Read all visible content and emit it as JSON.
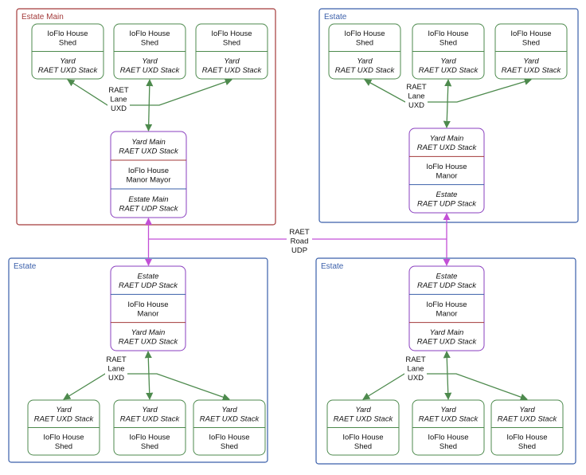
{
  "colors": {
    "estate_main_border": "#a33a3a",
    "estate_border": "#3a5faa",
    "shed_border": "#4d8a4d",
    "manor_border": "#8a3fbf",
    "lane_line": "#4d8a4d",
    "road_line": "#c24fd6",
    "uxd_separator": "#a33a3a",
    "udp_separator": "#3a5faa"
  },
  "road": {
    "label_lines": [
      "RAET",
      "Road",
      "UDP"
    ]
  },
  "estates": [
    {
      "label": "Estate Main",
      "kind": "main",
      "lane_label_lines": [
        "RAET",
        "Lane",
        "UXD"
      ],
      "manor_rows": [
        {
          "lines": [
            "Yard Main",
            "RAET UXD Stack"
          ],
          "italic": true,
          "sep": "uxd"
        },
        {
          "lines": [
            "IoFlo House",
            "Manor Mayor"
          ],
          "italic": false,
          "sep": "udp"
        },
        {
          "lines": [
            "Estate Main",
            "RAET UDP Stack"
          ],
          "italic": true
        }
      ],
      "sheds": [
        {
          "house": [
            "IoFlo House",
            "Shed"
          ],
          "stack": [
            "Yard",
            "RAET UXD Stack"
          ]
        },
        {
          "house": [
            "IoFlo House",
            "Shed"
          ],
          "stack": [
            "Yard",
            "RAET UXD Stack"
          ]
        },
        {
          "house": [
            "IoFlo House",
            "Shed"
          ],
          "stack": [
            "Yard",
            "RAET UXD Stack"
          ]
        }
      ]
    },
    {
      "label": "Estate",
      "kind": "normal",
      "lane_label_lines": [
        "RAET",
        "Lane",
        "UXD"
      ],
      "manor_rows": [
        {
          "lines": [
            "Yard Main",
            "RAET UXD Stack"
          ],
          "italic": true,
          "sep": "uxd"
        },
        {
          "lines": [
            "IoFlo House",
            "Manor"
          ],
          "italic": false,
          "sep": "udp"
        },
        {
          "lines": [
            "Estate",
            "RAET UDP Stack"
          ],
          "italic": true
        }
      ],
      "sheds": [
        {
          "house": [
            "IoFlo House",
            "Shed"
          ],
          "stack": [
            "Yard",
            "RAET UXD Stack"
          ]
        },
        {
          "house": [
            "IoFlo House",
            "Shed"
          ],
          "stack": [
            "Yard",
            "RAET UXD Stack"
          ]
        },
        {
          "house": [
            "IoFlo House",
            "Shed"
          ],
          "stack": [
            "Yard",
            "RAET UXD Stack"
          ]
        }
      ]
    },
    {
      "label": "Estate",
      "kind": "normal",
      "lane_label_lines": [
        "RAET",
        "Lane",
        "UXD"
      ],
      "manor_rows": [
        {
          "lines": [
            "Estate",
            "RAET UDP Stack"
          ],
          "italic": true,
          "sep": "udp"
        },
        {
          "lines": [
            "IoFlo House",
            "Manor"
          ],
          "italic": false,
          "sep": "uxd"
        },
        {
          "lines": [
            "Yard Main",
            "RAET UXD Stack"
          ],
          "italic": true
        }
      ],
      "sheds": [
        {
          "house": [
            "IoFlo House",
            "Shed"
          ],
          "stack": [
            "Yard",
            "RAET UXD Stack"
          ]
        },
        {
          "house": [
            "IoFlo House",
            "Shed"
          ],
          "stack": [
            "Yard",
            "RAET UXD Stack"
          ]
        },
        {
          "house": [
            "IoFlo House",
            "Shed"
          ],
          "stack": [
            "Yard",
            "RAET UXD Stack"
          ]
        }
      ]
    },
    {
      "label": "Estate",
      "kind": "normal",
      "lane_label_lines": [
        "RAET",
        "Lane",
        "UXD"
      ],
      "manor_rows": [
        {
          "lines": [
            "Estate",
            "RAET UDP Stack"
          ],
          "italic": true,
          "sep": "udp"
        },
        {
          "lines": [
            "IoFlo House",
            "Manor"
          ],
          "italic": false,
          "sep": "uxd"
        },
        {
          "lines": [
            "Yard Main",
            "RAET UXD Stack"
          ],
          "italic": true
        }
      ],
      "sheds": [
        {
          "house": [
            "IoFlo House",
            "Shed"
          ],
          "stack": [
            "Yard",
            "RAET UXD Stack"
          ]
        },
        {
          "house": [
            "IoFlo House",
            "Shed"
          ],
          "stack": [
            "Yard",
            "RAET UXD Stack"
          ]
        },
        {
          "house": [
            "IoFlo House",
            "Shed"
          ],
          "stack": [
            "Yard",
            "RAET UXD Stack"
          ]
        }
      ]
    }
  ]
}
